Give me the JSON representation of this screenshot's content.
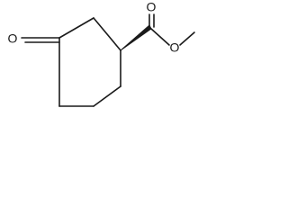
{
  "structure": {
    "atoms": {
      "ketone_oxygen": "O",
      "carbonyl_oxygen": "O",
      "ester_oxygen": "O"
    },
    "colors": {
      "bond": "#1a1a1a",
      "label": "#1a1a1a",
      "background": "#ffffff"
    }
  }
}
